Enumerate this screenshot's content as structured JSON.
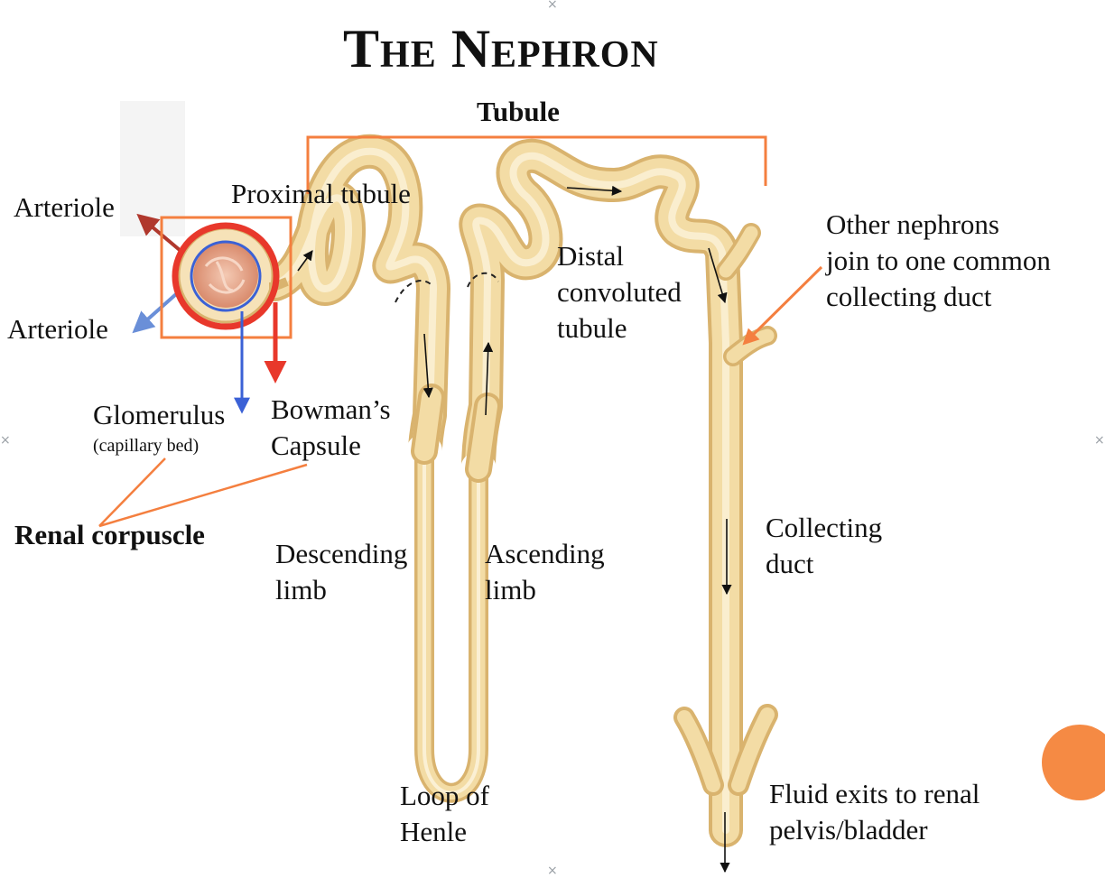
{
  "title": "The Nephron",
  "labels": {
    "tubule": "Tubule",
    "arteriole_top": "Arteriole",
    "arteriole_bottom": "Arteriole",
    "proximal_tubule": "Proximal tubule",
    "distal": [
      "Distal",
      "convoluted",
      "tubule"
    ],
    "other_nephrons": [
      "Other nephrons",
      "join to one common",
      "collecting duct"
    ],
    "glomerulus": "Glomerulus",
    "capillary_bed": "(capillary bed)",
    "bowmans": [
      "Bowman’s",
      "Capsule"
    ],
    "renal_corpuscle": "Renal corpuscle",
    "descending": [
      "Descending",
      "limb"
    ],
    "ascending": [
      "Ascending",
      "limb"
    ],
    "collecting_duct": [
      "Collecting",
      "duct"
    ],
    "loop_of_henle": [
      "Loop of",
      "Henle"
    ],
    "fluid_exits": [
      "Fluid exits to renal",
      "pelvis/bladder"
    ]
  },
  "colors": {
    "tube_fill": "#f3dca5",
    "tube_edge": "#d9b36e",
    "tube_highlight": "#fbf0d4",
    "annotation_orange": "#f47f3f",
    "red_outline": "#e8382b",
    "blue_outline": "#3b61d6",
    "arteriole_red": "#b0382d",
    "arteriole_blue": "#6a8fd8",
    "glomerulus_fill": "#e7a98e",
    "slide_accent": "#f58a44"
  },
  "icons": {
    "corner_mark": "×"
  }
}
